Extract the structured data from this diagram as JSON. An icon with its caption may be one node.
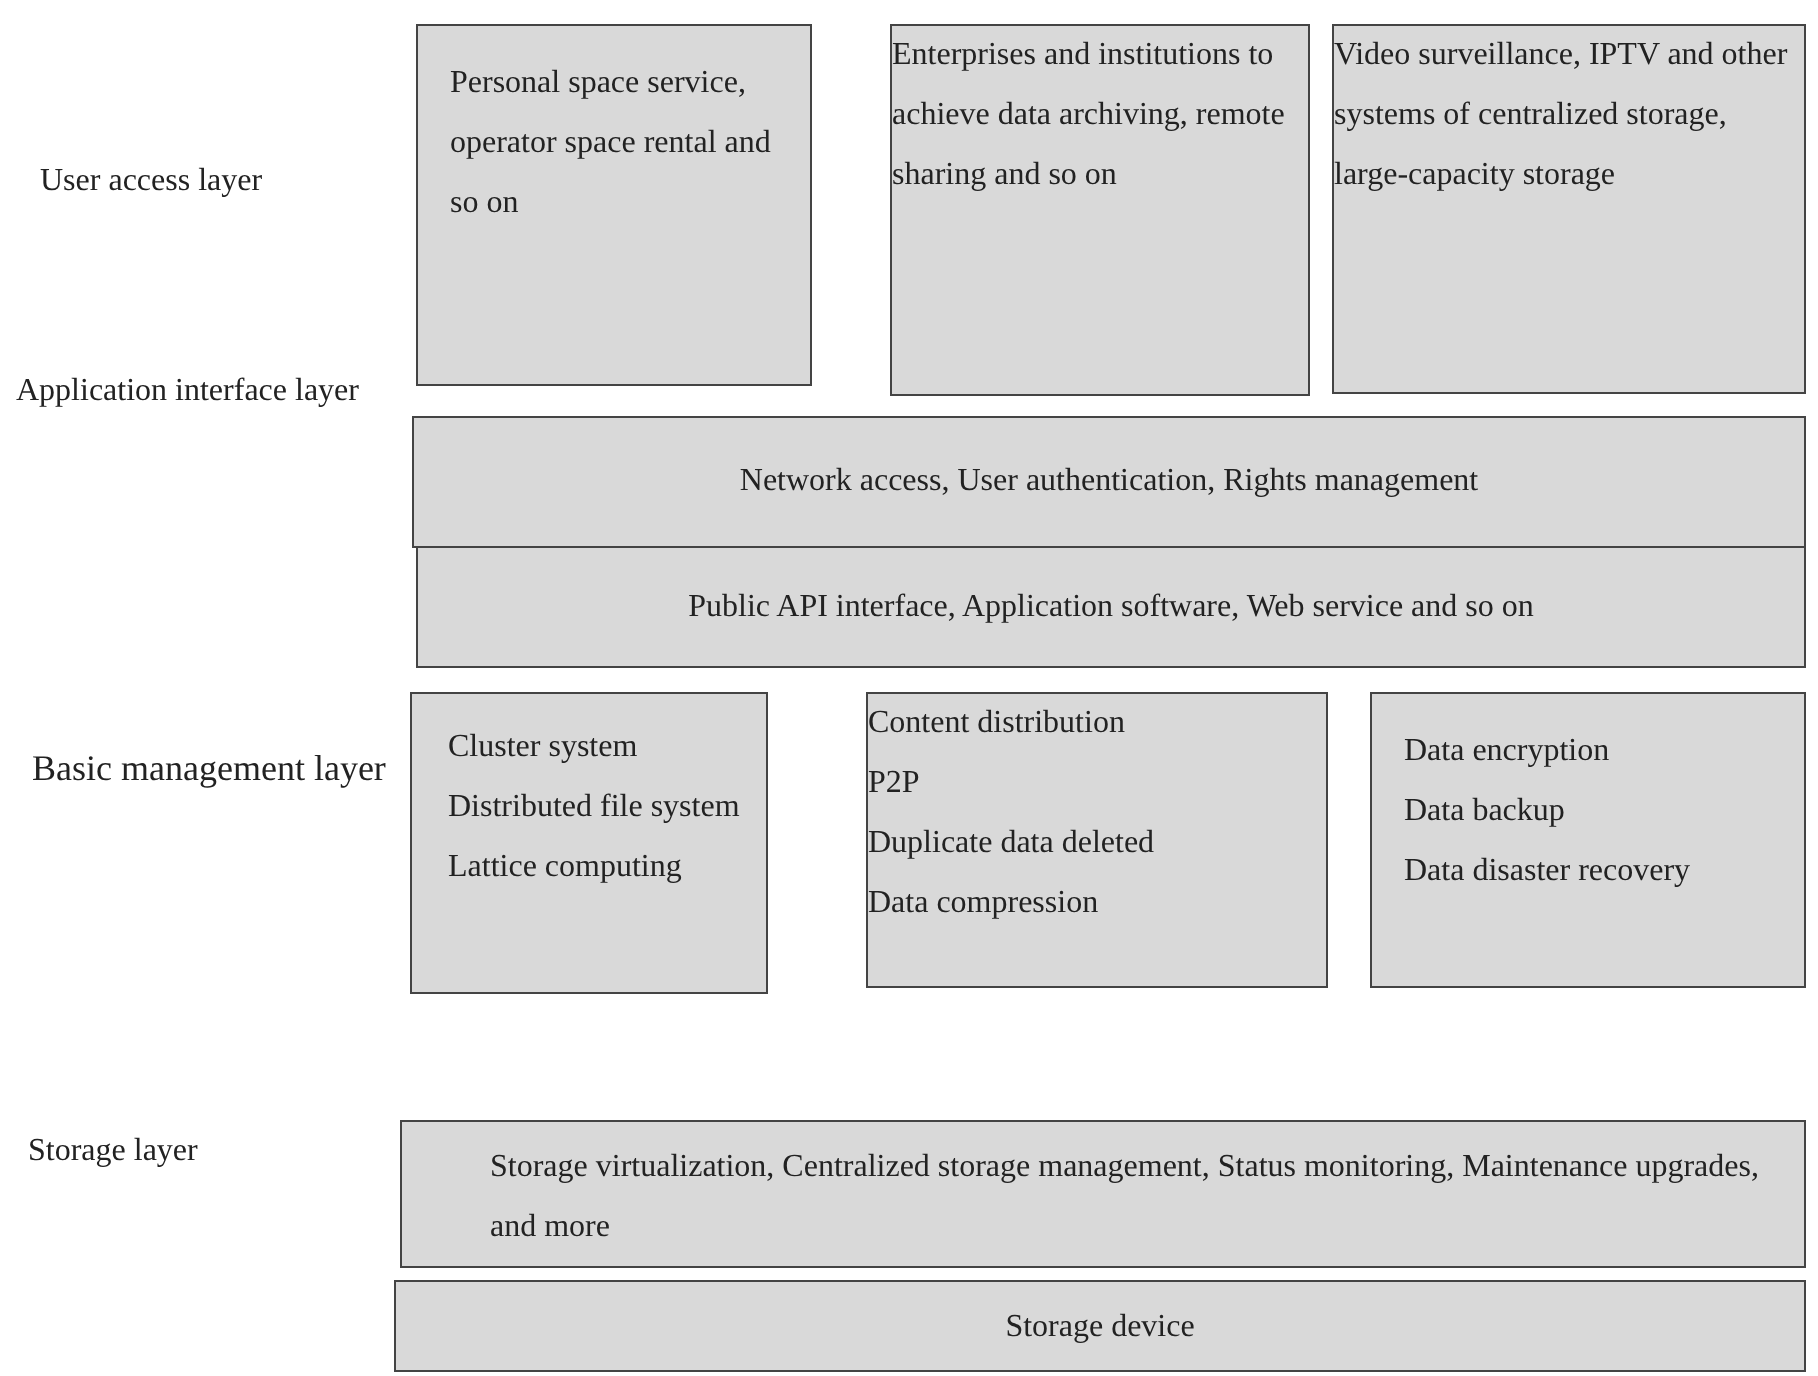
{
  "diagram": {
    "nodes": [
      {
        "text": [
          "Personal space service, operator space rental and so on"
        ]
      },
      {
        "text": [
          "Enterprises and institutions to achieve data archiving, remote sharing and so on"
        ]
      },
      {
        "text": [
          "Video surveillance, IPTV and other systems of centralized storage, large-capacity storage"
        ]
      },
      {
        "text": [
          "Network access, User authentication, Rights management"
        ]
      },
      {
        "text": [
          "Public API interface, Application software, Web service and so on"
        ]
      },
      {
        "text": [
          "Cluster system",
          "Distributed file system",
          "Lattice computing"
        ]
      },
      {
        "text": [
          "Content distribution",
          "P2P",
          "Duplicate data deleted",
          "Data compression"
        ]
      },
      {
        "text": [
          "Data encryption",
          "Data backup",
          "Data disaster recovery"
        ]
      },
      {
        "text": [
          "Storage virtualization, Centralized storage management, Status monitoring, Maintenance upgrades, and more"
        ]
      },
      {
        "text": [
          "Storage device"
        ]
      }
    ],
    "labels": [
      "User access layer",
      "Application interface layer",
      "Basic management layer",
      "Storage layer"
    ]
  }
}
